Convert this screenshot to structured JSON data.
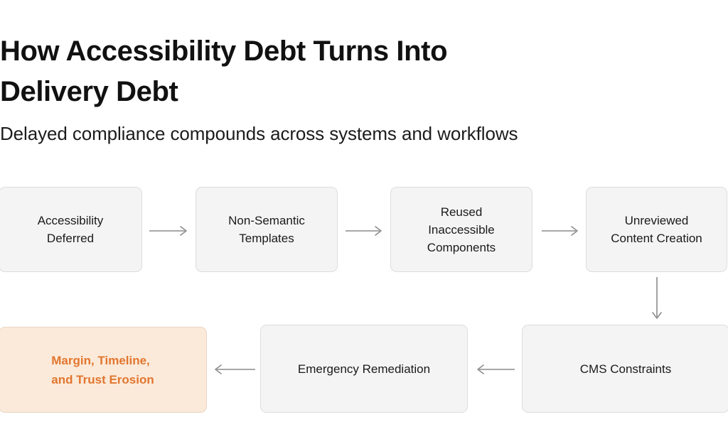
{
  "header": {
    "title": "How Accessibility Debt Turns Into\nDelivery Debt",
    "subtitle": "Delayed compliance compounds across systems and workflows"
  },
  "colors": {
    "background": "#ffffff",
    "node_fill": "#f4f4f4",
    "node_border": "#dddddd",
    "node_text": "#1a1a1a",
    "accent_fill": "#fbeada",
    "accent_border": "#e9d6c4",
    "accent_text": "#e2762e",
    "arrow": "#8c8c8c",
    "title_text": "#111111"
  },
  "flow": {
    "nodes": [
      {
        "id": "accessibility-deferred",
        "label": "Accessibility\nDeferred",
        "highlight": false
      },
      {
        "id": "non-semantic-templates",
        "label": "Non-Semantic\nTemplates",
        "highlight": false
      },
      {
        "id": "reused-inaccessible-components",
        "label": "Reused\nInaccessible\nComponents",
        "highlight": false
      },
      {
        "id": "unreviewed-content-creation",
        "label": "Unreviewed\nContent Creation",
        "highlight": false
      },
      {
        "id": "margin-timeline-trust-erosion",
        "label": "Margin, Timeline,\nand Trust Erosion",
        "highlight": true
      },
      {
        "id": "emergency-remediation",
        "label": "Emergency Remediation",
        "highlight": false
      },
      {
        "id": "cms-constraints",
        "label": "CMS Constraints",
        "highlight": false
      }
    ],
    "arrows": [
      {
        "id": "arrow-deferred-to-templates",
        "direction": "right",
        "from": "accessibility-deferred",
        "to": "non-semantic-templates"
      },
      {
        "id": "arrow-templates-to-components",
        "direction": "right",
        "from": "non-semantic-templates",
        "to": "reused-inaccessible-components"
      },
      {
        "id": "arrow-components-to-content",
        "direction": "right",
        "from": "reused-inaccessible-components",
        "to": "unreviewed-content-creation"
      },
      {
        "id": "arrow-content-to-cms",
        "direction": "down",
        "from": "unreviewed-content-creation",
        "to": "cms-constraints"
      },
      {
        "id": "arrow-cms-to-remediation",
        "direction": "left",
        "from": "cms-constraints",
        "to": "emergency-remediation"
      },
      {
        "id": "arrow-remediation-to-erosion",
        "direction": "left",
        "from": "emergency-remediation",
        "to": "margin-timeline-trust-erosion"
      }
    ]
  }
}
